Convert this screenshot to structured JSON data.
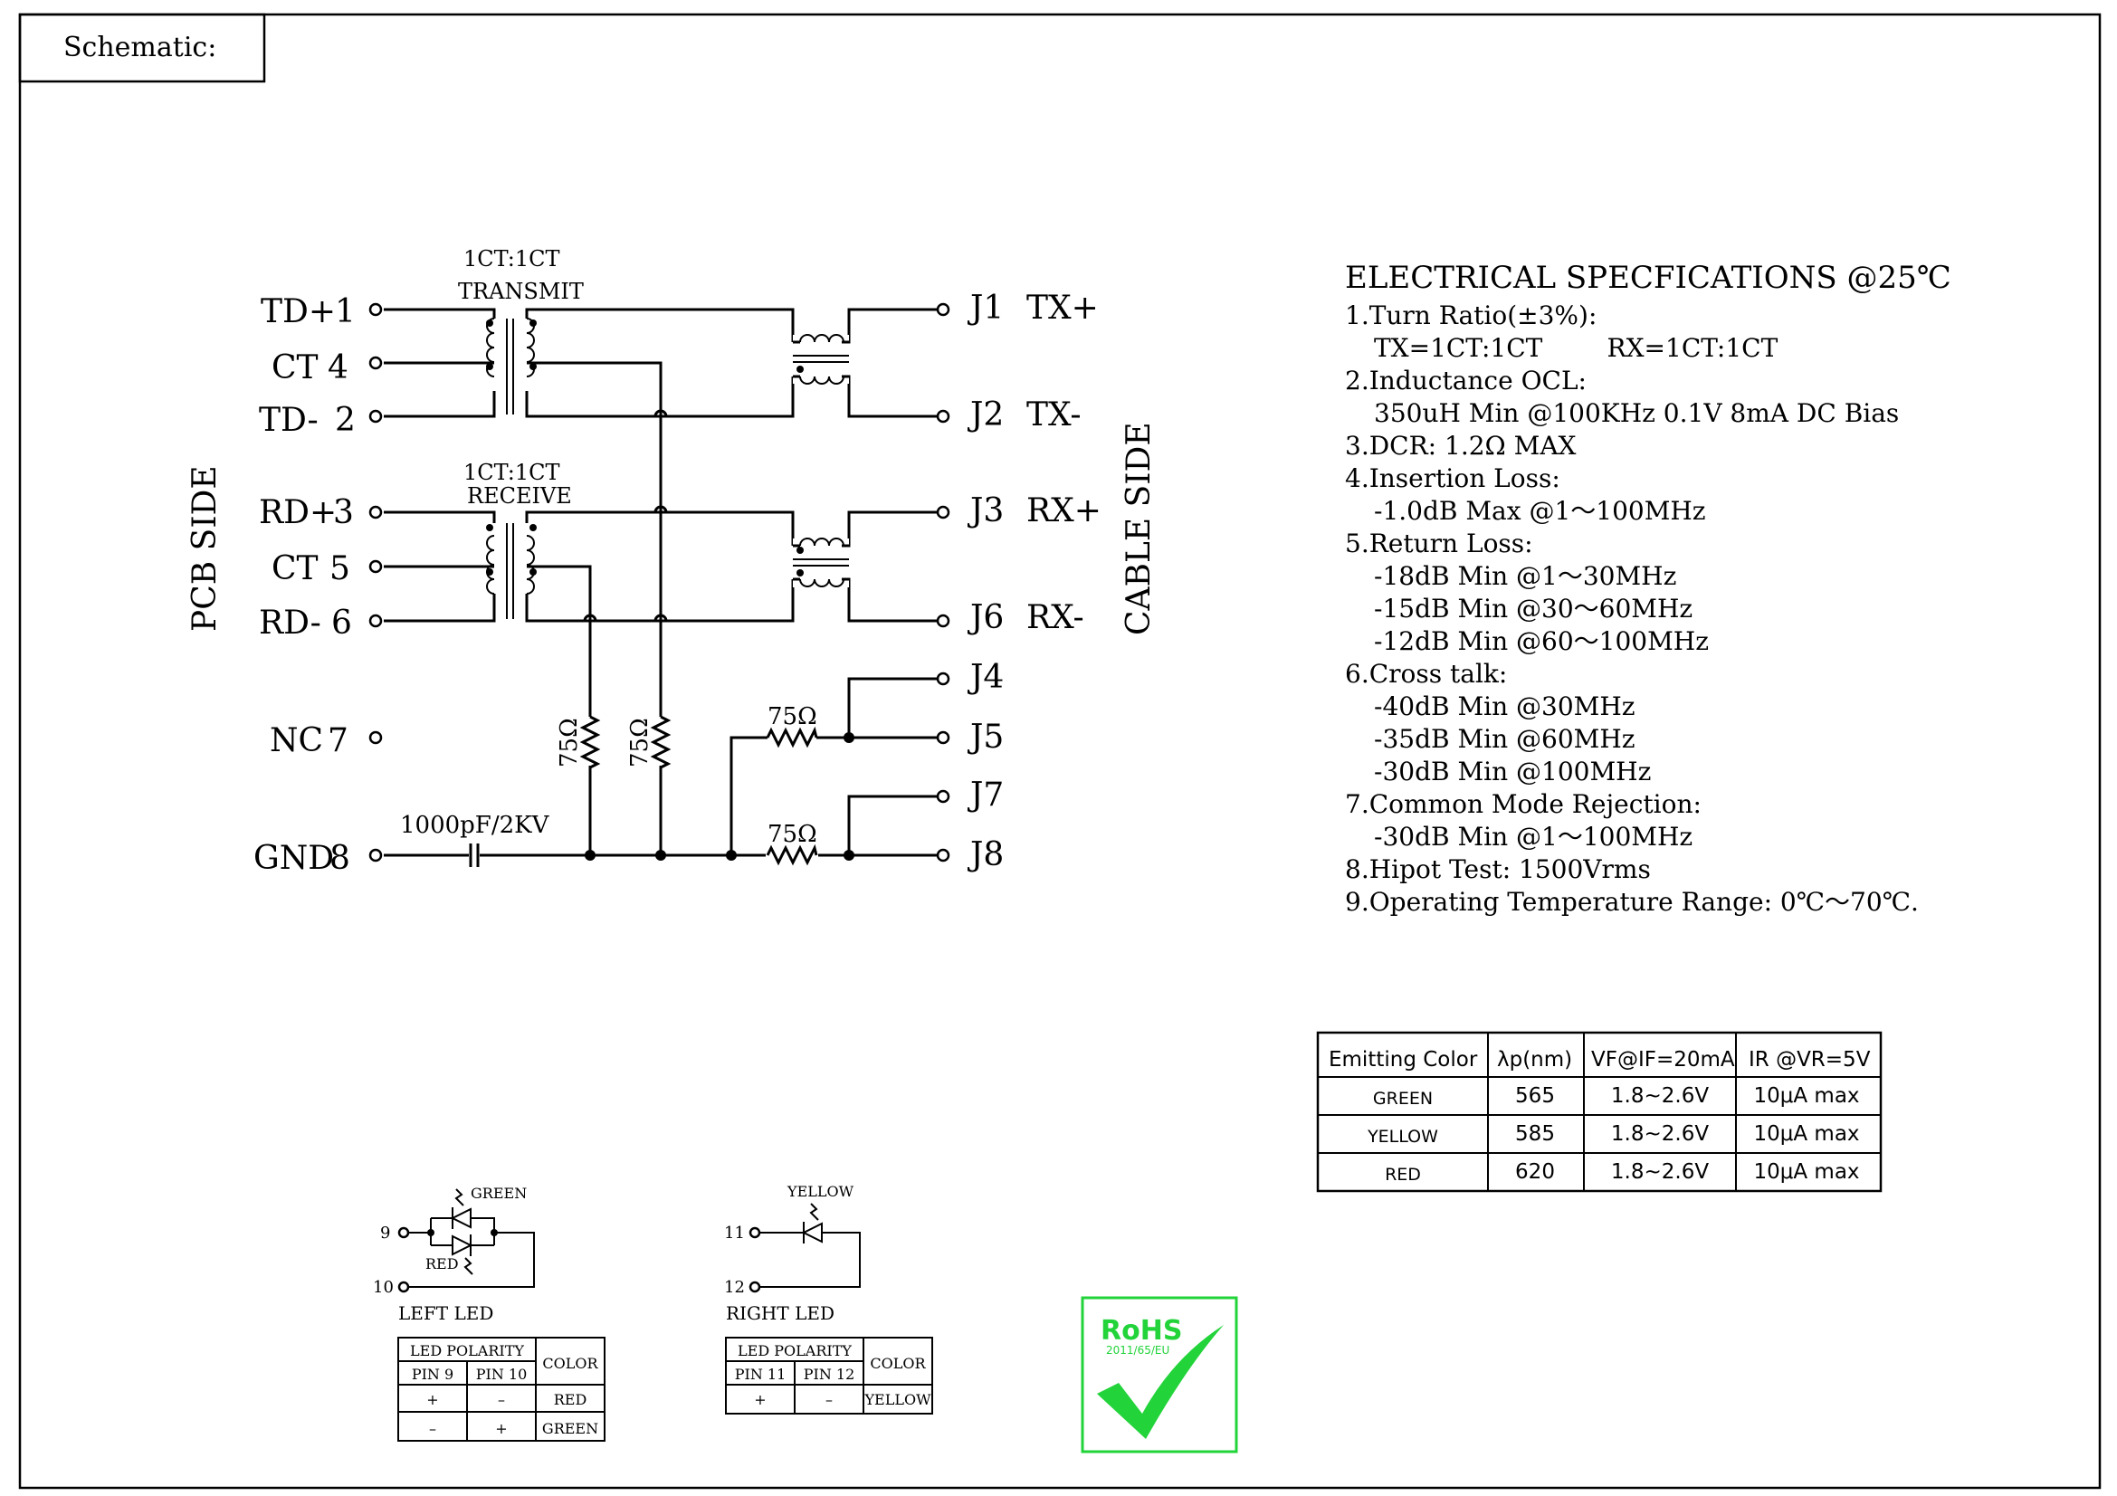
{
  "title": "Schematic:",
  "labels": {
    "pcb_side": "PCB SIDE",
    "cable_side": "CABLE SIDE",
    "ratio_tx": "1CT:1CT",
    "transmit": "TRANSMIT",
    "ratio_rx": "1CT:1CT",
    "receive": "RECEIVE",
    "resistor": "75Ω",
    "capacitor": "1000pF/2KV"
  },
  "pcb_pins": [
    {
      "name": "TD+",
      "num": "1"
    },
    {
      "name": "CT",
      "num": "4"
    },
    {
      "name": "TD-",
      "num": "2"
    },
    {
      "name": "RD+",
      "num": "3"
    },
    {
      "name": "CT",
      "num": "5"
    },
    {
      "name": "RD-",
      "num": "6"
    },
    {
      "name": "NC",
      "num": "7"
    },
    {
      "name": "GND",
      "num": "8"
    }
  ],
  "cable_pins": [
    {
      "name": "J1",
      "sig": "TX+"
    },
    {
      "name": "J2",
      "sig": "TX-"
    },
    {
      "name": "J3",
      "sig": "RX+"
    },
    {
      "name": "J6",
      "sig": "RX-"
    },
    {
      "name": "J4",
      "sig": ""
    },
    {
      "name": "J5",
      "sig": ""
    },
    {
      "name": "J7",
      "sig": ""
    },
    {
      "name": "J8",
      "sig": ""
    }
  ],
  "specs": {
    "heading": "ELECTRICAL SPECFICATIONS @25℃",
    "lines": [
      "1.Turn Ratio(±3%):",
      "TX=1CT:1CT        RX=1CT:1CT",
      "2.Inductance OCL:",
      "350uH Min @100KHz 0.1V 8mA DC Bias",
      "3.DCR: 1.2Ω MAX",
      "4.Insertion Loss:",
      "-1.0dB Max @1～100MHz",
      "5.Return Loss:",
      "-18dB Min @1～30MHz",
      "-15dB Min @30～60MHz",
      "-12dB Min @60～100MHz",
      "6.Cross talk:",
      "-40dB Min @30MHz",
      "-35dB Min @60MHz",
      "-30dB Min @100MHz",
      "7.Common Mode Rejection:",
      "-30dB Min @1～100MHz",
      "8.Hipot Test: 1500Vrms",
      "9.Operating Temperature Range: 0℃～70℃."
    ]
  },
  "led_table": {
    "headers": [
      "Emitting Color",
      "λp(nm)",
      "VF@IF=20mA",
      "IR @VR=5V"
    ],
    "rows": [
      [
        "GREEN",
        "565",
        "1.8~2.6V",
        "10μA max"
      ],
      [
        "YELLOW",
        "585",
        "1.8~2.6V",
        "10μA max"
      ],
      [
        "RED",
        "620",
        "1.8~2.6V",
        "10μA max"
      ]
    ]
  },
  "left_led": {
    "caption": "LEFT LED",
    "pin_a": "9",
    "pin_b": "10",
    "led1": "GREEN",
    "led2": "RED",
    "table": {
      "group": "LED POLARITY",
      "cols": [
        "PIN 9",
        "PIN 10"
      ],
      "color": "COLOR",
      "rows": [
        [
          "+",
          "–",
          "RED"
        ],
        [
          "–",
          "+",
          "GREEN"
        ]
      ]
    }
  },
  "right_led": {
    "caption": "RIGHT LED",
    "pin_a": "11",
    "pin_b": "12",
    "led1": "YELLOW",
    "table": {
      "group": "LED POLARITY",
      "cols": [
        "PIN 11",
        "PIN 12"
      ],
      "color": "COLOR",
      "rows": [
        [
          "+",
          "–",
          "YELLOW"
        ]
      ]
    }
  },
  "rohs": {
    "title": "RoHS",
    "sub": "2011/65/EU",
    "color": "#22d33a"
  }
}
